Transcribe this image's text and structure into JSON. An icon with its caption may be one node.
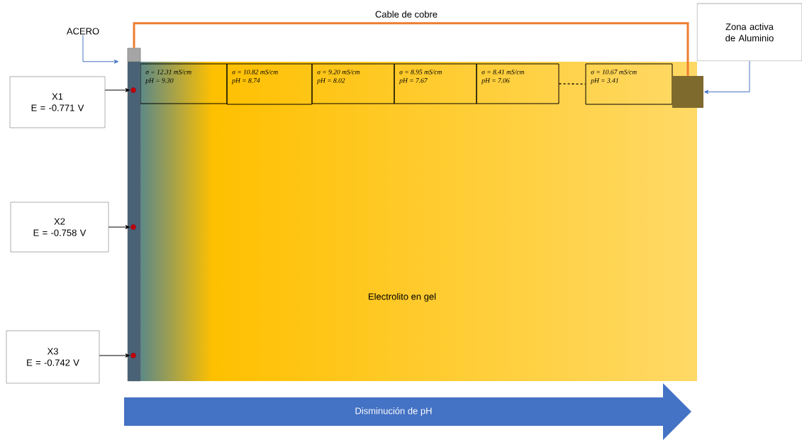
{
  "diagram": {
    "nodes": [
      {
        "text": [
          "ACERO"
        ]
      },
      {
        "text": [
          "Zona activa de Aluminio"
        ]
      },
      {
        "text": [
          "Electrolito en gel"
        ]
      },
      {
        "text": [],
        "shape": "bar"
      },
      {
        "text": [],
        "shape": "circle",
        "in": 3
      },
      {
        "text": [],
        "shape": "circle",
        "in": 3
      },
      {
        "text": [],
        "shape": "circle",
        "in": 3
      },
      {
        "text": [
          "σ = 12.31 mS/cm",
          "pH = 9.30"
        ],
        "in": 2
      },
      {
        "text": [
          "σ = 10.82 mS/cm",
          "pH = 8.74"
        ],
        "in": 2
      },
      {
        "text": [
          "σ = 9.20 mS/cm",
          "pH = 8.02"
        ],
        "in": 2
      },
      {
        "text": [
          "σ = 8.95 mS/cm",
          "pH = 7.67"
        ],
        "in": 2
      },
      {
        "text": [
          "σ = 8.41 mS/cm",
          "pH = 7.06"
        ],
        "in": 2
      },
      {
        "text": [
          "σ = 10.67 mS/cm",
          "pH = 3.41"
        ],
        "in": 2
      },
      {
        "text": [],
        "shape": "box"
      },
      {
        "text": [
          "X1",
          "E = -0.771 V"
        ]
      },
      {
        "text": [
          "X2",
          "E = -0.758 V"
        ]
      },
      {
        "text": [
          "X3",
          "E = -0.742 V"
        ]
      },
      {
        "text": [
          "Disminución de pH"
        ]
      }
    ],
    "edges": [
      {
        "from": 0,
        "to": 3,
        "arrow": "to",
        "color": "#4472c4"
      },
      {
        "from": 1,
        "to": 13,
        "arrow": "to",
        "color": "#4472c4"
      },
      {
        "from": 3,
        "to": 13,
        "arrow": "none",
        "label": "Cable de cobre",
        "style": "thick",
        "color": "#ed7d31"
      },
      {
        "from": 11,
        "to": 12,
        "arrow": "none",
        "style": "dashed"
      },
      {
        "from": 14,
        "to": 4,
        "arrow": "to"
      },
      {
        "from": 15,
        "to": 5,
        "arrow": "to"
      },
      {
        "from": 16,
        "to": 6,
        "arrow": "to"
      }
    ]
  }
}
